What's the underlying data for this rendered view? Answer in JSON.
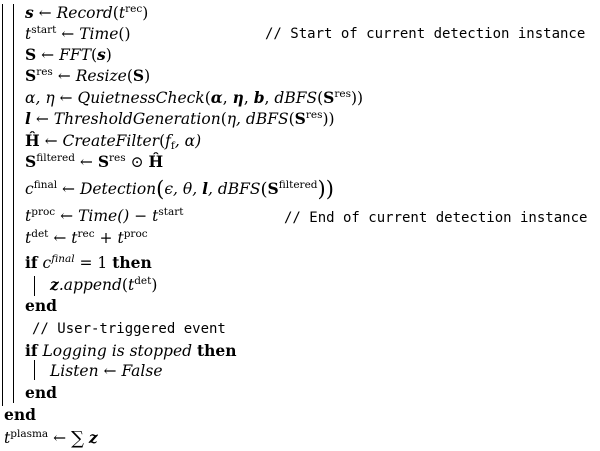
{
  "algo": {
    "l1": {
      "lhs": "s",
      "arrow": "←",
      "fn": "Record",
      "lp": "(",
      "var": "t",
      "sup": "rec",
      "rp": ")"
    },
    "l2": {
      "lhs": "t",
      "sup": "start",
      "arrow": "←",
      "fn": "Time",
      "args": "()",
      "comment": "// Start of current detection instance"
    },
    "l3": {
      "lhs": "S",
      "arrow": "←",
      "fn": "FFT",
      "lp": "(",
      "arg": "s",
      "rp": ")"
    },
    "l4": {
      "lhs": "S",
      "sup": "res",
      "arrow": "←",
      "fn": "Resize",
      "lp": "(",
      "arg": "S",
      "rp": ")"
    },
    "l5": {
      "lhs": "α, η",
      "arrow": "←",
      "fn": "QuietnessCheck",
      "lp": "(",
      "a1": "α",
      "c1": ", ",
      "a2": "η",
      "c2": ", ",
      "a3": "b",
      "c3": ", ",
      "fn2": "dBFS",
      "lp2": "(",
      "a4": "S",
      "sup": "res",
      "rp": "))"
    },
    "l6": {
      "lhs": "l",
      "arrow": "←",
      "fn": "ThresholdGeneration",
      "lp": "(",
      "a1": "η, dBFS",
      "lp2": "(",
      "a2": "S",
      "sup": "res",
      "rp": "))"
    },
    "l7": {
      "lhs": "Ĥ",
      "arrow": "←",
      "fn": "CreateFilter",
      "lp": "(",
      "a1": "f",
      "sub": "f",
      "rest": ", α)"
    },
    "l8": {
      "lhs": "S",
      "sup": "filtered",
      "arrow": "←",
      "a1": "S",
      "sup2": "res",
      "op": "⊙",
      "a2": "Ĥ"
    },
    "l9": {
      "lhs": "c",
      "sup": "final",
      "arrow": "←",
      "fn": "Detection",
      "lp": "(",
      "args": "ϵ, θ, ",
      "a1": "l",
      "c1": ", dBFS",
      "lp2": "(",
      "a2": "S",
      "sup2": "filtered",
      "rp": "))"
    },
    "l10": {
      "lhs": "t",
      "sup": "proc",
      "arrow": "←",
      "fn": "Time",
      "args": "() − t",
      "sup2": "start",
      "comment": "// End of current detection instance"
    },
    "l11": {
      "lhs": "t",
      "sup": "det",
      "arrow": "←",
      "a1": "t",
      "sup2": "rec",
      "op": " + t",
      "sup3": "proc"
    },
    "l12": {
      "if": "if",
      "lhs": "c",
      "sup": "final",
      "eq": " = 1 ",
      "then": "then"
    },
    "l13": {
      "a1": "z",
      "fn": ".append",
      "lp": "(",
      "a2": "t",
      "sup": "det",
      "rp": ")"
    },
    "l14": {
      "end": "end"
    },
    "l15": {
      "comment": "// User-triggered event"
    },
    "l16": {
      "if": "if",
      "cond": "Logging is stopped",
      "then": "then"
    },
    "l17": {
      "lhs": "Listen",
      "arrow": "←",
      "val": "False"
    },
    "l18": {
      "end": "end"
    },
    "l19": {
      "end": "end"
    },
    "l20": {
      "lhs": "t",
      "sup": "plasma",
      "arrow": "←",
      "sum": "∑",
      "a1": "z"
    }
  }
}
